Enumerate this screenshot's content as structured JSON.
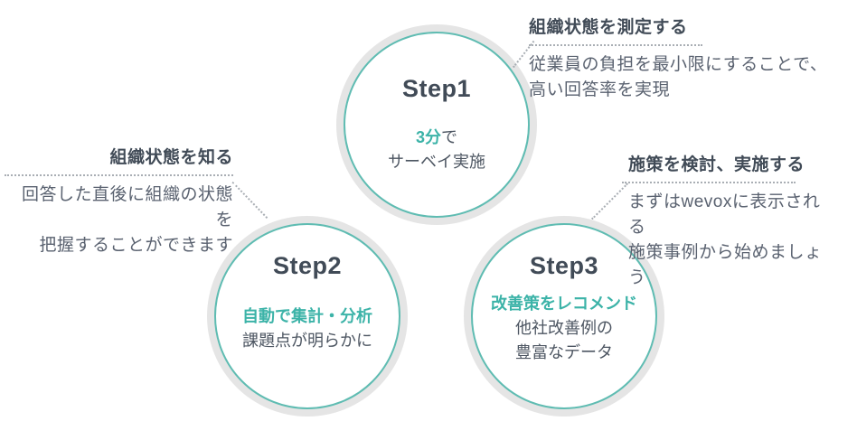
{
  "colors": {
    "teal_text": "#3cb3a8",
    "teal_border": "#5fbcb2",
    "dark_text": "#414b57",
    "body_text": "#5a6270",
    "circle_sub": "#4d5662",
    "ring_gray": "#e5e5e5",
    "dot_gray": "#a9aeb4",
    "bg": "#ffffff"
  },
  "steps": [
    {
      "title": "Step1",
      "highlight": "3分",
      "highlight_rest": "で",
      "sub_lines": [
        "サーベイ実施"
      ]
    },
    {
      "title": "Step2",
      "highlight": "自動で集計・分析",
      "highlight_rest": "",
      "sub_lines": [
        "課題点が明らかに"
      ]
    },
    {
      "title": "Step3",
      "highlight": "改善策をレコメンド",
      "highlight_rest": "",
      "sub_lines": [
        "他社改善例の",
        "豊富なデータ"
      ]
    }
  ],
  "annotations": [
    {
      "title": "組織状態を測定する",
      "lines": [
        "従業員の負担を最小限にすることで、",
        "高い回答率を実現"
      ]
    },
    {
      "title": "組織状態を知る",
      "lines": [
        "回答した直後に組織の状態を",
        "把握することができます"
      ]
    },
    {
      "title": "施策を検討、実施する",
      "lines": [
        "まずはwevoxに表示される",
        "施策事例から始めましょう"
      ]
    }
  ]
}
